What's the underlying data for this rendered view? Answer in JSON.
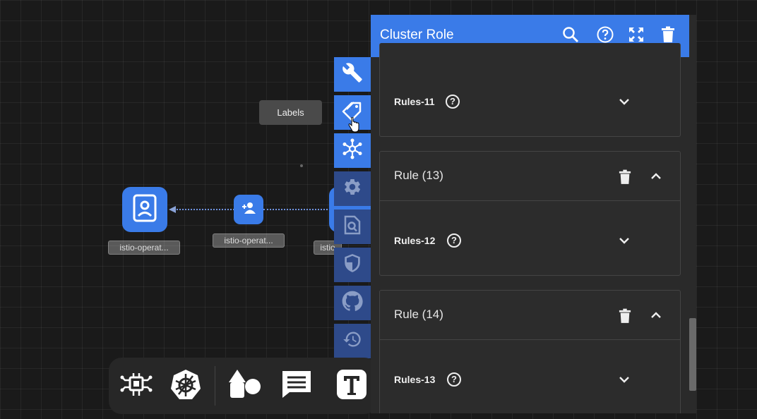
{
  "canvas": {
    "nodes": [
      {
        "label": "istio-operat..."
      },
      {
        "label": "istio-operat..."
      },
      {
        "label": "istio"
      }
    ],
    "tooltip": "Labels"
  },
  "side_tabs": [
    {
      "icon": "wrench-icon",
      "state": "active"
    },
    {
      "icon": "tag-icon",
      "state": "active"
    },
    {
      "icon": "network-icon",
      "state": "active"
    },
    {
      "icon": "gear-icon",
      "state": "inactive"
    },
    {
      "icon": "search-document-icon",
      "state": "inactive"
    },
    {
      "icon": "shield-icon",
      "state": "inactive"
    },
    {
      "icon": "github-icon",
      "state": "inactive"
    },
    {
      "icon": "history-icon",
      "state": "inactive"
    }
  ],
  "toolbar": {
    "tools": [
      "component-icon",
      "kubernetes-icon",
      "shapes-icon",
      "comment-icon",
      "text-icon"
    ]
  },
  "panel": {
    "title": "Cluster Role",
    "header_icons": [
      "search-icon",
      "help-icon",
      "fullscreen-icon",
      "trash-icon"
    ],
    "sections": [
      {
        "title": "",
        "sub": "Rules-11"
      },
      {
        "title": "Rule (13)",
        "sub": "Rules-12"
      },
      {
        "title": "Rule (14)",
        "sub": "Rules-13"
      }
    ]
  },
  "colors": {
    "accent": "#3a7be8",
    "accent_dim": "#2e4a8a",
    "panel_bg": "#2a2a2a",
    "canvas_bg": "#1a1a1a"
  }
}
